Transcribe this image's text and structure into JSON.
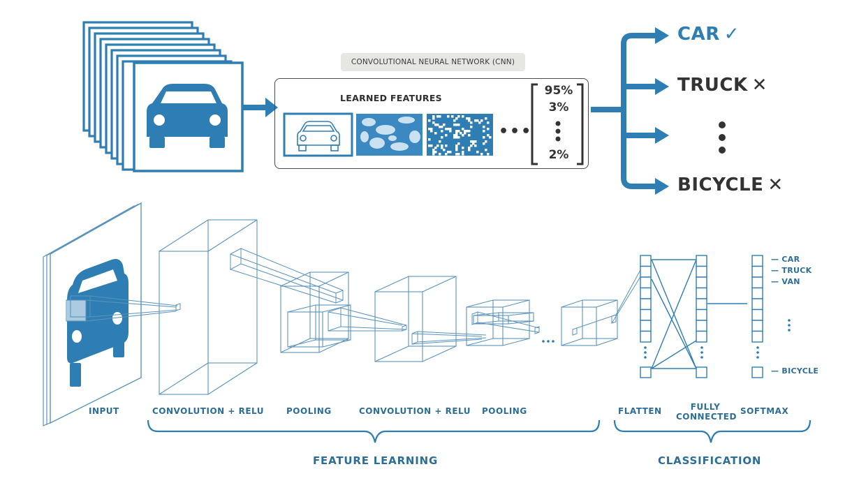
{
  "header": {
    "pill_label": "CONVOLUTIONAL NEURAL NETWORK (CNN)"
  },
  "learned_features": {
    "title": "LEARNED FEATURES",
    "ellipsis": "•••",
    "probabilities": [
      "95%",
      "3%",
      "2%"
    ]
  },
  "classes": [
    {
      "label": "CAR",
      "mark": "✓",
      "color": "#2e7eb3"
    },
    {
      "label": "TRUCK",
      "mark": "✕",
      "color": "#333333"
    },
    {
      "label": "BICYCLE",
      "mark": "✕",
      "color": "#333333"
    }
  ],
  "stages": {
    "input": "INPUT",
    "conv1": "CONVOLUTION + RELU",
    "pool1": "POOLING",
    "conv2": "CONVOLUTION + RELU",
    "pool2": "POOLING",
    "flatten": "FLATTEN",
    "fully_connected": "FULLY CONNECTED",
    "softmax": "SOFTMAX"
  },
  "groups": {
    "feature_learning": "FEATURE LEARNING",
    "classification": "CLASSIFICATION"
  },
  "outputs": [
    "— CAR",
    "— TRUCK",
    "— VAN",
    "— BICYCLE"
  ],
  "colors": {
    "accent": "#2e7eb3",
    "dark": "#333333",
    "line": "#5a93bb"
  },
  "icons": [
    "car-icon",
    "check-icon",
    "cross-icon",
    "arrow-icon"
  ]
}
